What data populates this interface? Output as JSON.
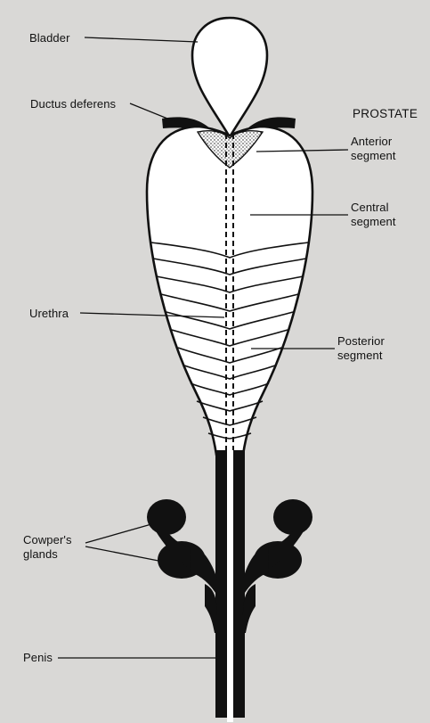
{
  "diagram": {
    "heading": "PROSTATE",
    "labels": {
      "bladder": "Bladder",
      "ductus_deferens": "Ductus deferens",
      "anterior_segment_line1": "Anterior",
      "anterior_segment_line2": "segment",
      "central_segment_line1": "Central",
      "central_segment_line2": "segment",
      "urethra": "Urethra",
      "posterior_segment_line1": "Posterior",
      "posterior_segment_line2": "segment",
      "cowpers_glands_line1": "Cowper's",
      "cowpers_glands_line2": "glands",
      "penis": "Penis"
    },
    "colors": {
      "background": "#d9d8d6",
      "ink": "#111111"
    }
  }
}
